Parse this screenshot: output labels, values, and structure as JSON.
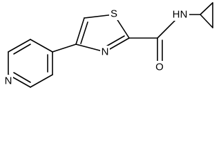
{
  "diagram": {
    "type": "chemical-structure",
    "atom_labels": {
      "sulfur": "S",
      "thiazole_nitrogen": "N",
      "amide_nitrogen": "N",
      "amide_hydrogen": "H",
      "carbonyl_oxygen": "O",
      "pyridine_nitrogen": "N"
    },
    "colors": {
      "bond": "#000000",
      "label": "#000000",
      "background": "#ffffff"
    }
  }
}
